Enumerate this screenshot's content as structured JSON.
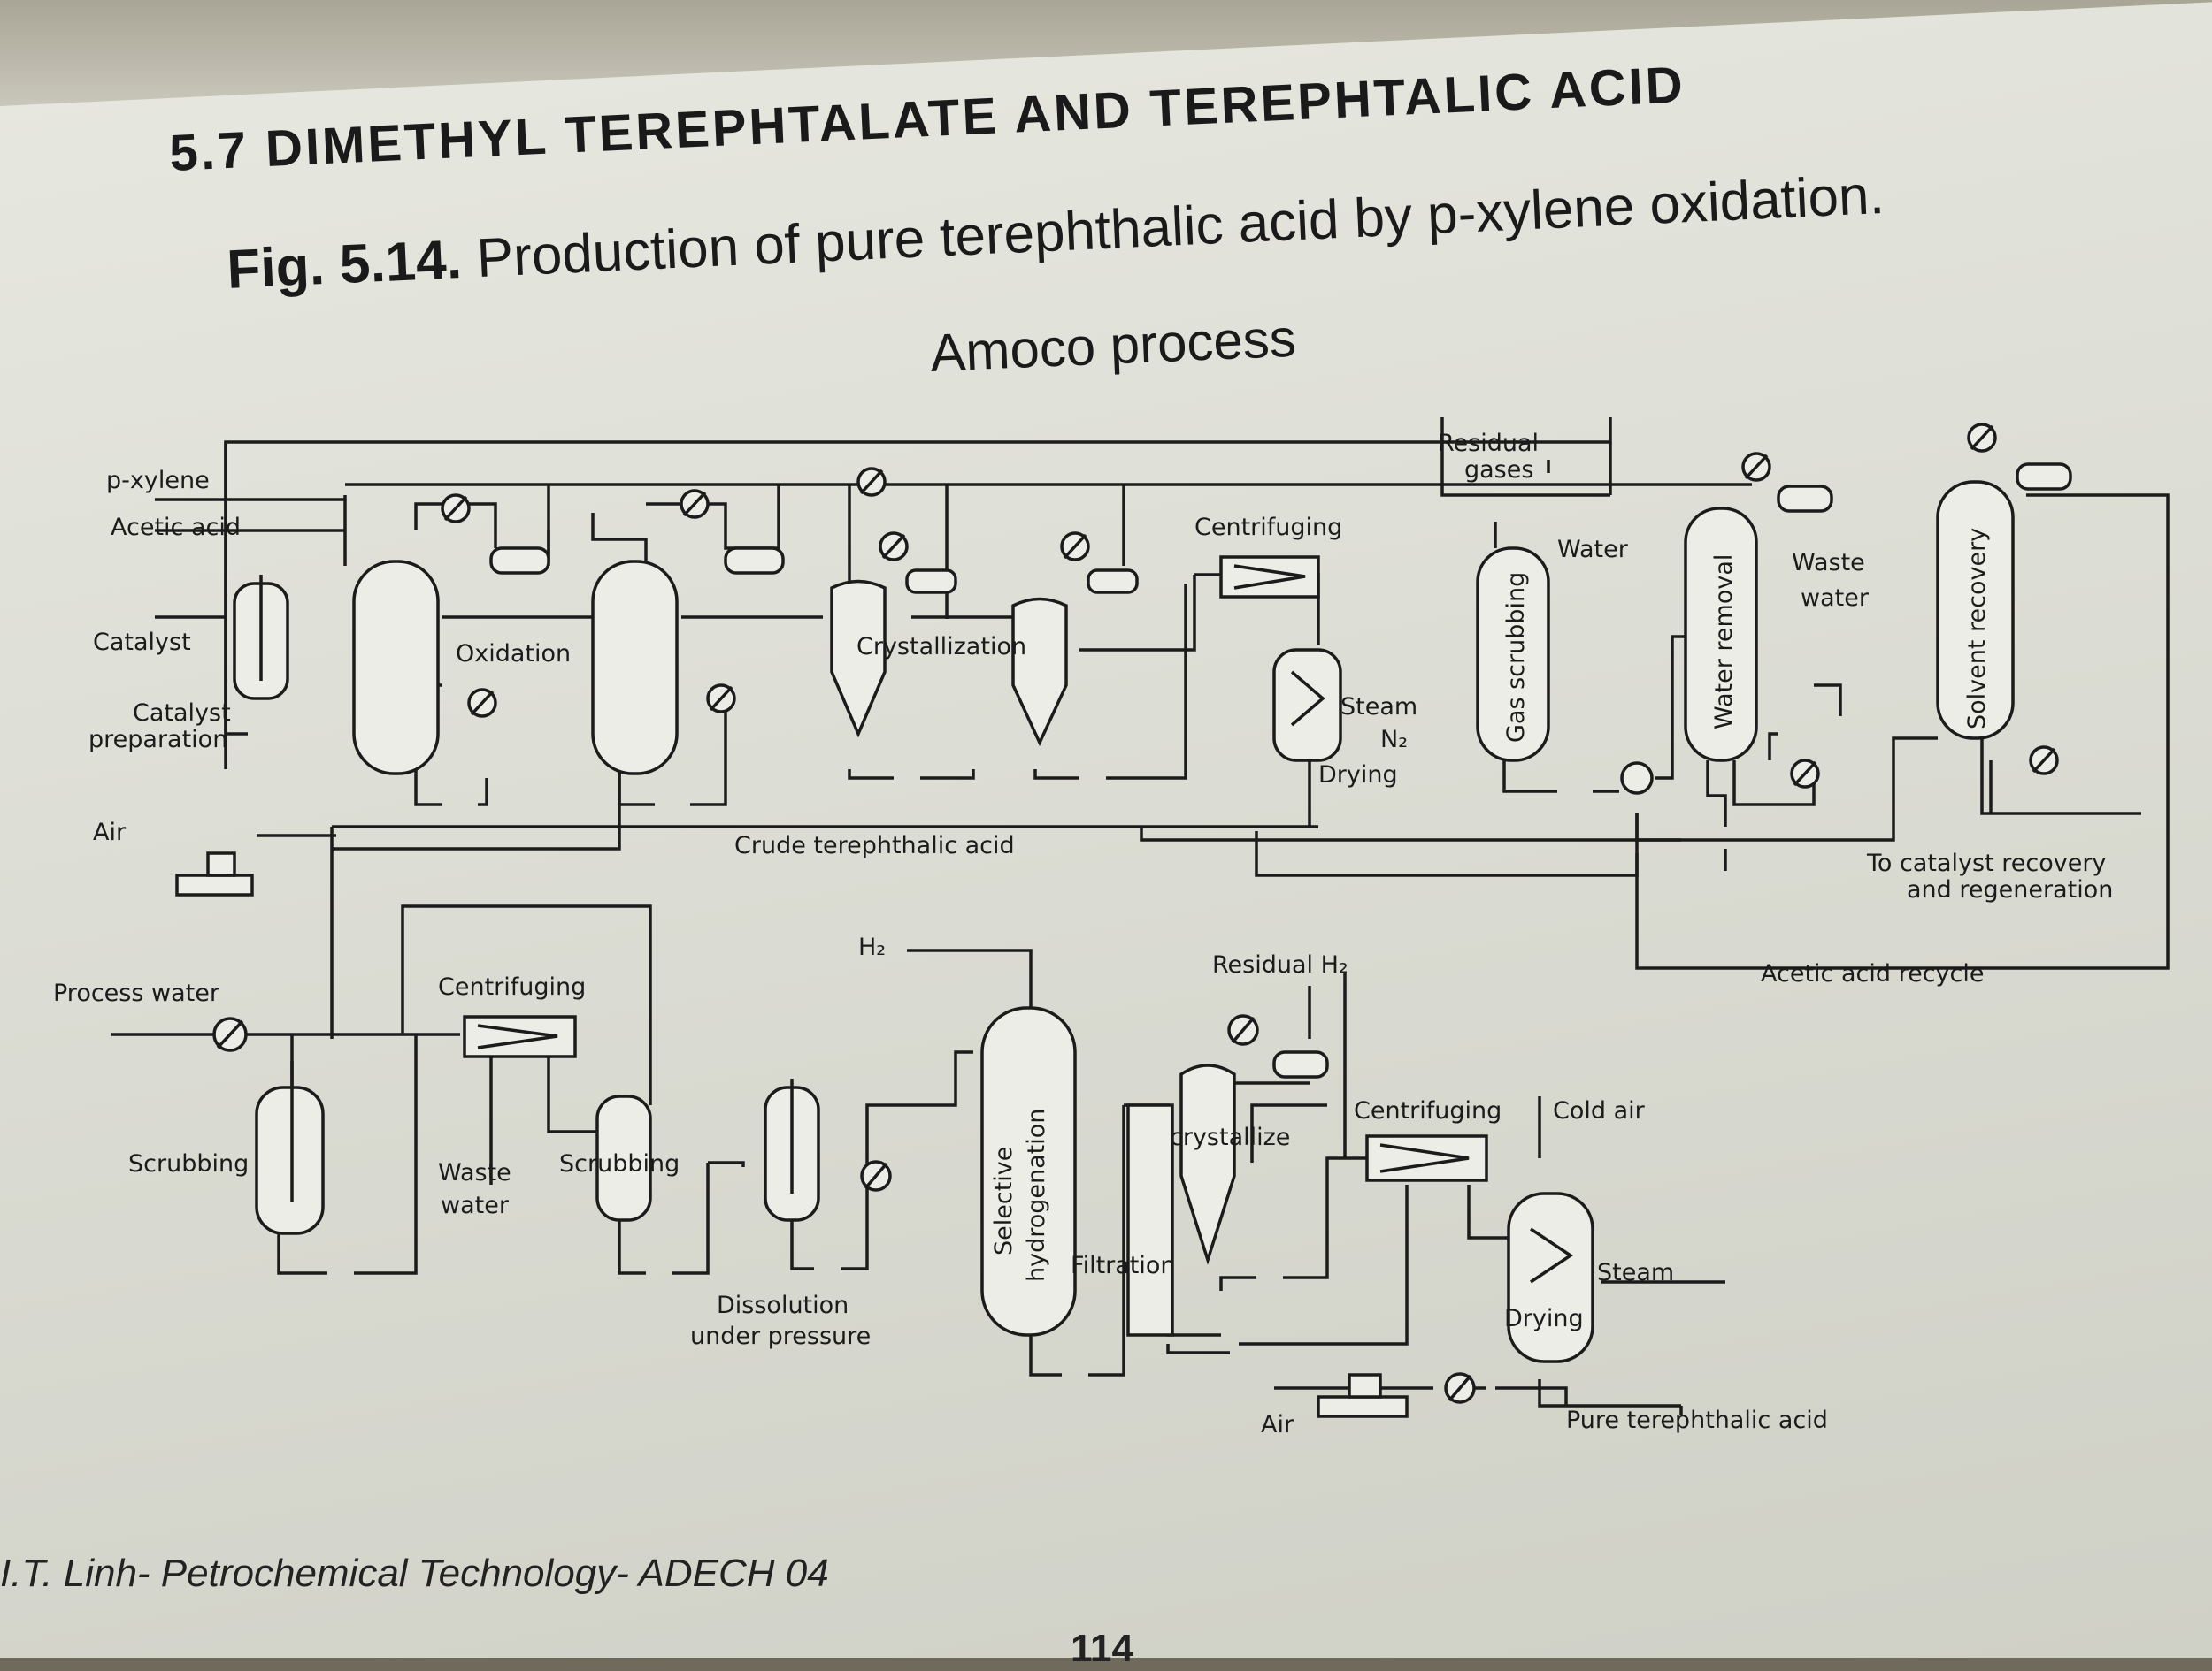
{
  "heading": {
    "section": "5.7  DIMETHYL TEREPHTALATE AND TEREPHTALIC ACID",
    "caption_number": "Fig. 5.14.",
    "caption_text": " Production of pure terephthalic acid by p-xylene oxidation.",
    "subtitle": "Amoco process"
  },
  "labels": {
    "p_xylene": "p-xylene",
    "acetic_acid": "Acetic acid",
    "catalyst": "Catalyst",
    "catalyst_prep_1": "Catalyst",
    "catalyst_prep_2": "preparation",
    "air": "Air",
    "oxidation": "Oxidation",
    "crystallization": "Crystallization",
    "centrifuging_top": "Centrifuging",
    "residual_gases_1": "Residual",
    "residual_gases_2": "gases",
    "water": "Water",
    "steam_top": "Steam",
    "n2": "N₂",
    "drying_top": "Drying",
    "gas_scrubbing": "Gas scrubbing",
    "water_removal": "Water removal",
    "waste_water_top_1": "Waste",
    "waste_water_top_2": "water",
    "solvent_recovery": "Solvent recovery",
    "crude_tpa": "Crude terephthalic acid",
    "catalyst_recovery_1": "To catalyst recovery",
    "catalyst_recovery_2": "and regeneration",
    "acetic_acid_recycle": "Acetic acid recycle",
    "process_water": "Process water",
    "centrifuging_mid": "Centrifuging",
    "h2": "H₂",
    "residual_h2": "Residual H₂",
    "scrubbing_left": "Scrubbing",
    "waste_water_bottom_1": "Waste",
    "waste_water_bottom_2": "water",
    "scrubbing_mid": "Scrubbing",
    "dissolution_1": "Dissolution",
    "dissolution_2": "under pressure",
    "selective_hydrogenation_1": "Selective",
    "selective_hydrogenation_2": "hydrogenation",
    "crystallize": "crystallize",
    "filtration": "Filtration",
    "centrifuging_bottom": "Centrifuging",
    "cold_air": "Cold air",
    "steam_bottom": "Steam",
    "drying_bottom": "Drying",
    "air_bottom": "Air",
    "pure_tpa": "Pure terephthalic acid"
  },
  "footer": {
    "source": "I.T. Linh- Petrochemical Technology- ADECH 04",
    "page": "114"
  }
}
